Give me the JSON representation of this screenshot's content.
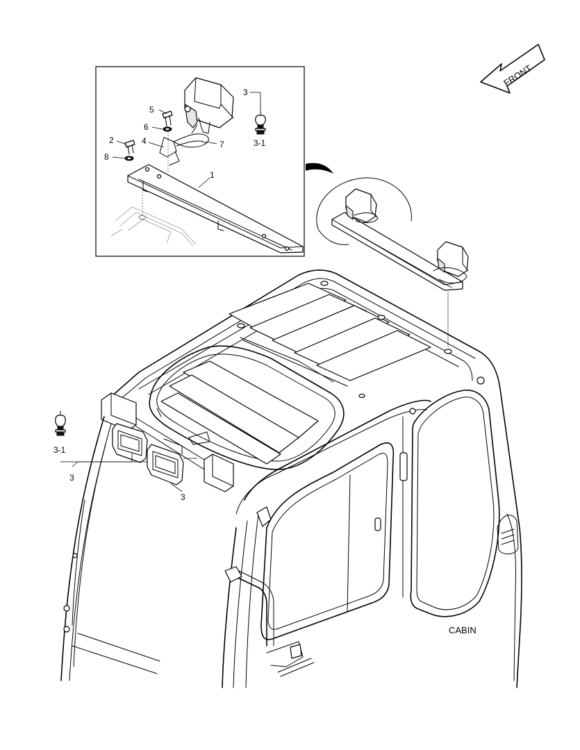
{
  "front_label": "FRONT",
  "section_label": "CABIN",
  "callouts": {
    "c1": "1",
    "c2": "2",
    "c3_detail": "3",
    "c3_1_detail": "3-1",
    "c4": "4",
    "c5": "5",
    "c6": "6",
    "c7": "7",
    "c8": "8",
    "c3_1_left": "3-1",
    "c3_left": "3",
    "c3_mid": "3"
  }
}
